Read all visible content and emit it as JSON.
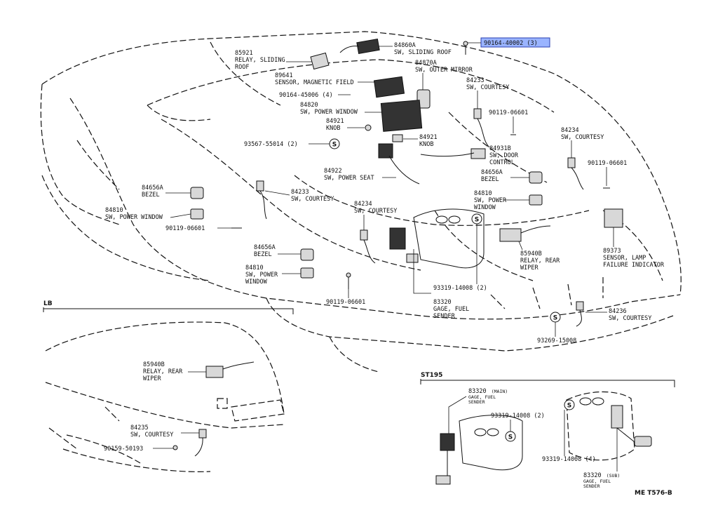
{
  "diagram_id": "ME T576-B",
  "callouts": [
    {
      "id": "c_85921",
      "lines": [
        "85921",
        "RELAY, SLIDING",
        "ROOF"
      ]
    },
    {
      "id": "c_84860a",
      "lines": [
        "84860A",
        "SW, SLIDING ROOF"
      ]
    },
    {
      "id": "c_90164_40002",
      "lines": [
        "90164-40002 (3)"
      ],
      "highlighted": true
    },
    {
      "id": "c_89641",
      "lines": [
        "89641",
        "SENSOR, MAGNETIC FIELD"
      ]
    },
    {
      "id": "c_84870a",
      "lines": [
        "84870A",
        "SW, OUTER MIRROR"
      ]
    },
    {
      "id": "c_90164_45006",
      "lines": [
        "90164-45006 (4)"
      ]
    },
    {
      "id": "c_84233_r",
      "lines": [
        "84233",
        "SW, COURTESY"
      ]
    },
    {
      "id": "c_84820",
      "lines": [
        "84820",
        "SW, POWER WINDOW"
      ]
    },
    {
      "id": "c_90119_06601_a",
      "lines": [
        "90119-06601"
      ]
    },
    {
      "id": "c_84921_l",
      "lines": [
        "84921",
        "KNOB"
      ]
    },
    {
      "id": "c_84234_r",
      "lines": [
        "84234",
        "SW, COURTESY"
      ]
    },
    {
      "id": "c_84921_r",
      "lines": [
        "84921",
        "KNOB"
      ]
    },
    {
      "id": "c_93567",
      "lines": [
        "93567-55014 (2)"
      ]
    },
    {
      "id": "c_84931b",
      "lines": [
        "84931B",
        "SW, DOOR",
        "CONTROL"
      ]
    },
    {
      "id": "c_90119_06601_b",
      "lines": [
        "90119-06601"
      ]
    },
    {
      "id": "c_84922",
      "lines": [
        "84922",
        "SW, POWER SEAT"
      ]
    },
    {
      "id": "c_84656a_r",
      "lines": [
        "84656A",
        "BEZEL"
      ]
    },
    {
      "id": "c_84656a_l",
      "lines": [
        "84656A",
        "BEZEL"
      ]
    },
    {
      "id": "c_84233_l",
      "lines": [
        "84233",
        "SW, COURTESY"
      ]
    },
    {
      "id": "c_84810_r",
      "lines": [
        "84810",
        "SW, POWER",
        "WINDOW"
      ]
    },
    {
      "id": "c_84810_l",
      "lines": [
        "84810",
        "SW, POWER WINDOW"
      ]
    },
    {
      "id": "c_84234_c",
      "lines": [
        "84234",
        "SW, COURTESY"
      ]
    },
    {
      "id": "c_90119_06601_c",
      "lines": [
        "90119-06601"
      ]
    },
    {
      "id": "c_85940b",
      "lines": [
        "85940B",
        "RELAY, REAR",
        "WIPER"
      ]
    },
    {
      "id": "c_89373",
      "lines": [
        "89373",
        "SENSOR, LAMP",
        "FAILURE INDICATOR"
      ]
    },
    {
      "id": "c_84656a_c",
      "lines": [
        "84656A",
        "BEZEL"
      ]
    },
    {
      "id": "c_84810_c",
      "lines": [
        "84810",
        "SW, POWER",
        "WINDOW"
      ]
    },
    {
      "id": "c_93319_main",
      "lines": [
        "93319-14008 (2)"
      ]
    },
    {
      "id": "c_90119_06601_d",
      "lines": [
        "90119-06601"
      ]
    },
    {
      "id": "c_83320",
      "lines": [
        "83320",
        "GAGE, FUEL",
        "SENDER"
      ]
    },
    {
      "id": "c_84236",
      "lines": [
        "84236",
        "SW, COURTESY"
      ]
    },
    {
      "id": "c_93269",
      "lines": [
        "93269-15008"
      ]
    }
  ],
  "inset_lb": {
    "title": "LB",
    "callouts": [
      {
        "id": "lb_85940b",
        "lines": [
          "85940B",
          "RELAY, REAR",
          "WIPER"
        ]
      },
      {
        "id": "lb_84235",
        "lines": [
          "84235",
          "SW, COURTESY"
        ]
      },
      {
        "id": "lb_90159",
        "lines": [
          "90159-50193"
        ]
      }
    ]
  },
  "inset_st195": {
    "title": "ST195",
    "callouts": [
      {
        "id": "st_83320_main",
        "lines": [
          "83320",
          "GAGE, FUEL",
          "SENDER"
        ],
        "tag": "(MAIN)"
      },
      {
        "id": "st_93319_2",
        "lines": [
          "93319-14008 (2)"
        ]
      },
      {
        "id": "st_93319_4",
        "lines": [
          "93319-14008 (4)"
        ]
      },
      {
        "id": "st_83320_sub",
        "lines": [
          "83320",
          "GAGE, FUEL",
          "SENDER"
        ],
        "tag": "(SUB)"
      }
    ]
  },
  "seal_symbol": "S"
}
